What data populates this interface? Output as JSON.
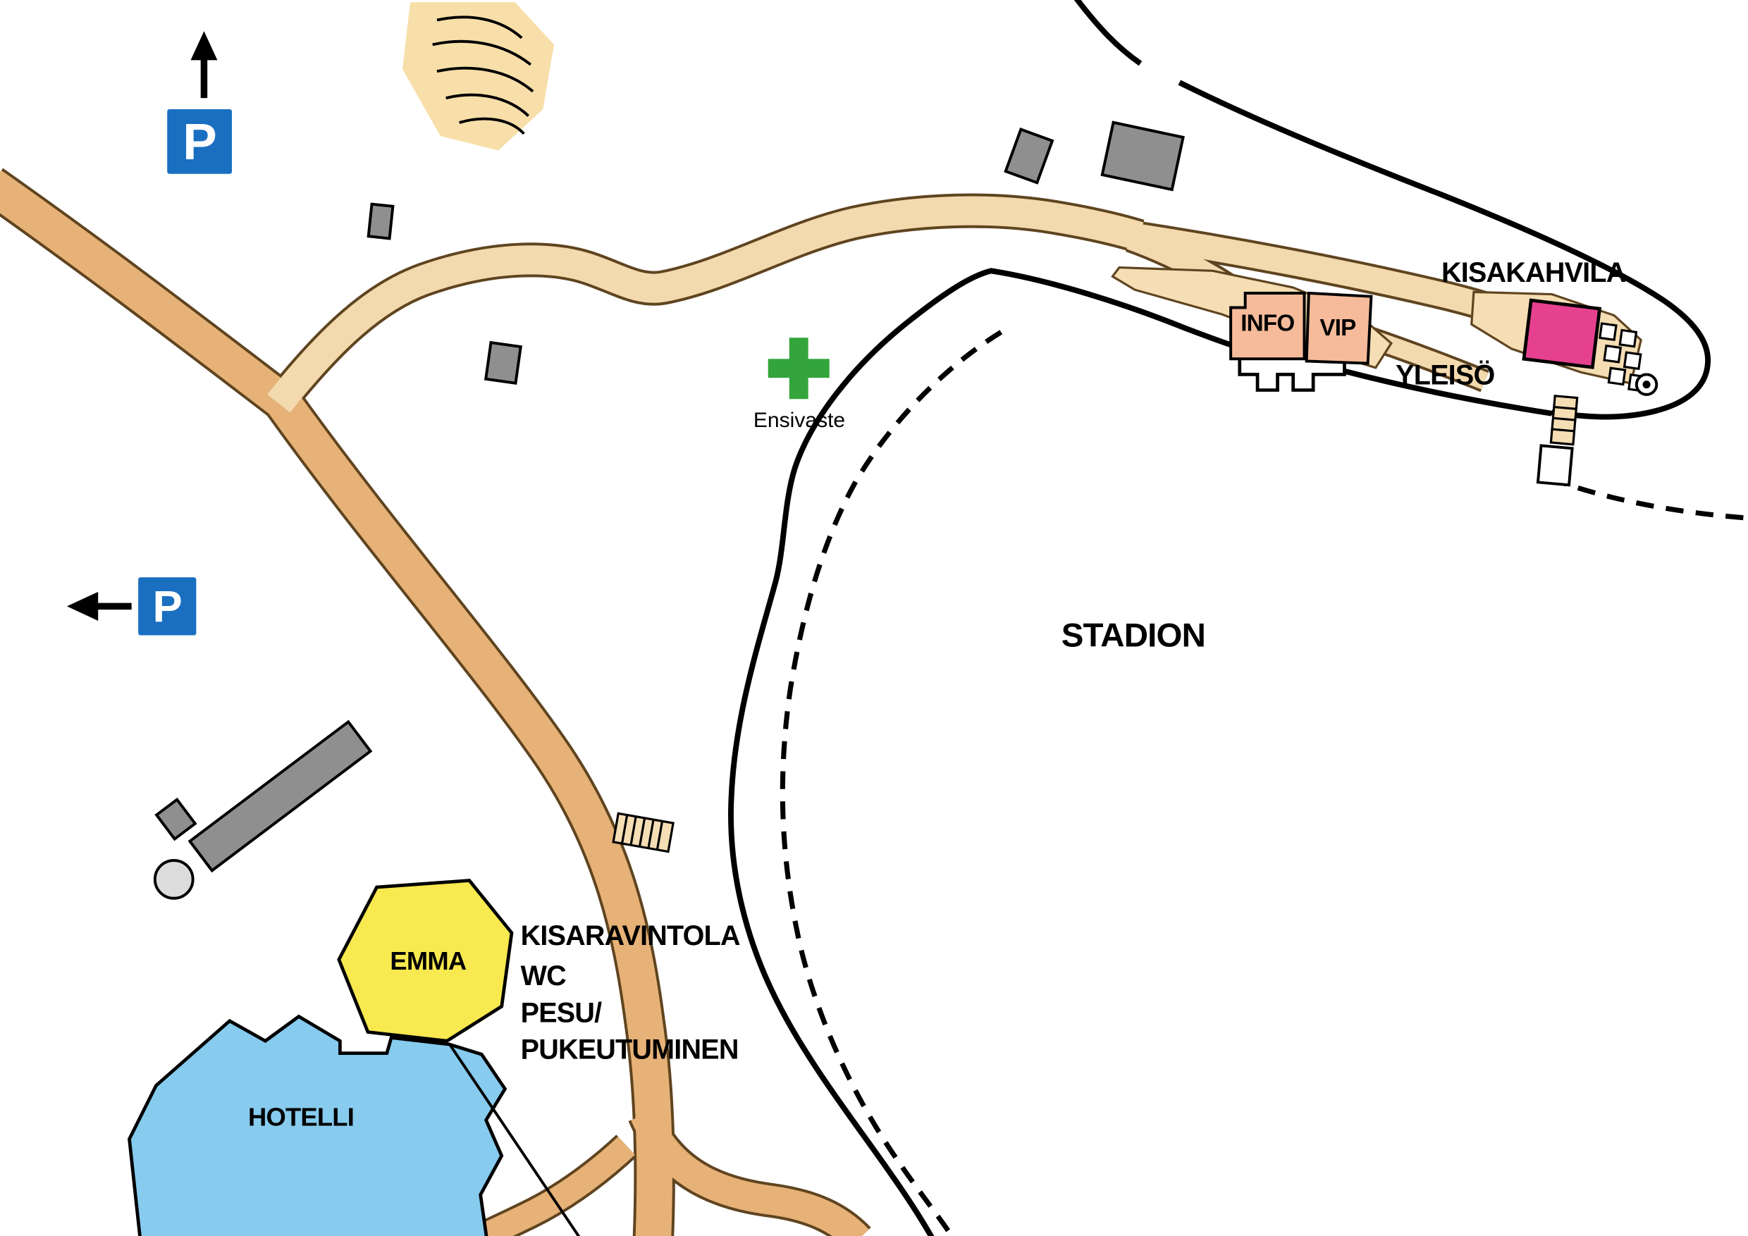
{
  "map": {
    "labels": {
      "stadion": "STADION",
      "kisakahvila": "KISAKAHVILA",
      "yleiso": "YLEISÖ",
      "info": "INFO",
      "vip": "VIP",
      "ensivaste": "Ensivaste",
      "emma": "EMMA",
      "hotelli": "HOTELLI",
      "facilities": [
        "KISARAVINTOLA",
        "WC",
        "PESU/",
        "PUKEUTUMINEN"
      ],
      "parking_north": "P",
      "parking_west": "P"
    },
    "colors": {
      "road_main": "#E7B277",
      "road_light": "#F3D9AE",
      "road_casing": "#5F4420",
      "apron": "#F5DDB4",
      "hill": "#F8DFA9",
      "building_gray": "#8F8F8F",
      "building_light_gray": "#DCDCDC",
      "salmon": "#F5BB9B",
      "magenta": "#E6418F",
      "yellow": "#F7E94F",
      "hotel_blue": "#87CBEE",
      "parking_blue": "#1A6FC0",
      "first_aid_green": "#33A53C"
    }
  }
}
